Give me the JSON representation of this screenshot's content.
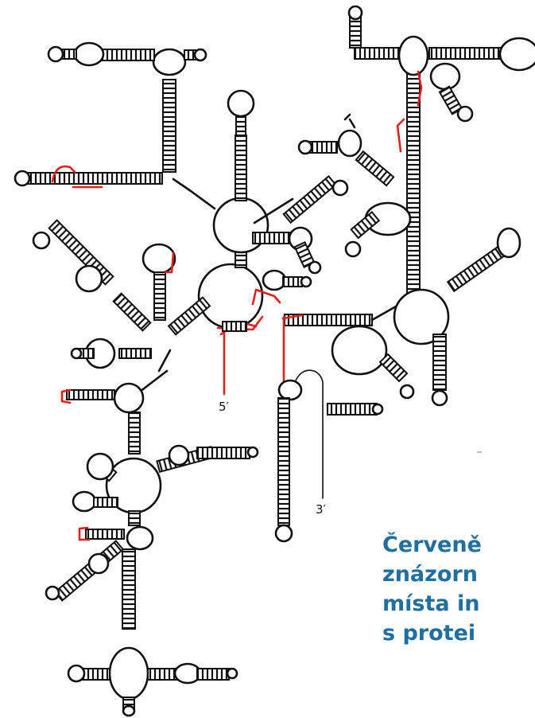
{
  "labels": {
    "five_prime": "5′",
    "three_prime": "3′"
  },
  "caption_lines": [
    "Červeně",
    "znázorn",
    "místa in",
    "s protei"
  ],
  "colors": {
    "structure": "#111111",
    "interaction_sites": "#e0201a",
    "caption": "#1f6fa0",
    "background": "#ffffff"
  }
}
